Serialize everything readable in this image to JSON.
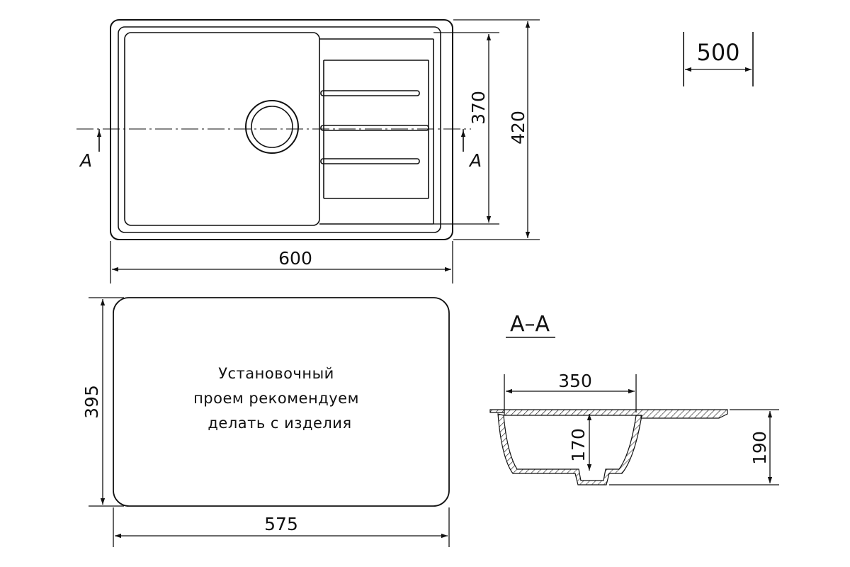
{
  "top_view": {
    "width": "600",
    "depth": "420",
    "bowl_depth": "370",
    "section_marker_left": "A",
    "section_marker_right": "A"
  },
  "cutout": {
    "width": "575",
    "depth": "395",
    "note_line1": "Установочный",
    "note_line2": "проем рекомендуем",
    "note_line3": "делать с изделия"
  },
  "cabinet": {
    "size": "500"
  },
  "section": {
    "title": "A–A",
    "bowl_width": "350",
    "inner_depth": "170",
    "total_height": "190"
  }
}
